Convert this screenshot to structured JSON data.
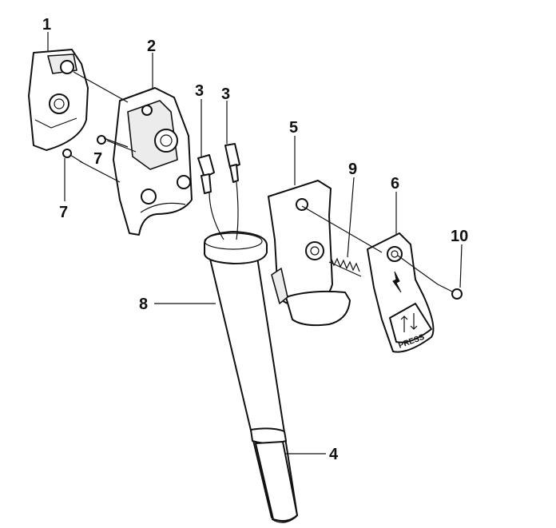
{
  "diagram": {
    "callouts": {
      "c1": "1",
      "c2": "2",
      "c3a": "3",
      "c3b": "3",
      "c4": "4",
      "c5": "5",
      "c6": "6",
      "c7a": "7",
      "c7b": "7",
      "c8": "8",
      "c9": "9",
      "c10": "10"
    },
    "press_label": "PRESS"
  }
}
